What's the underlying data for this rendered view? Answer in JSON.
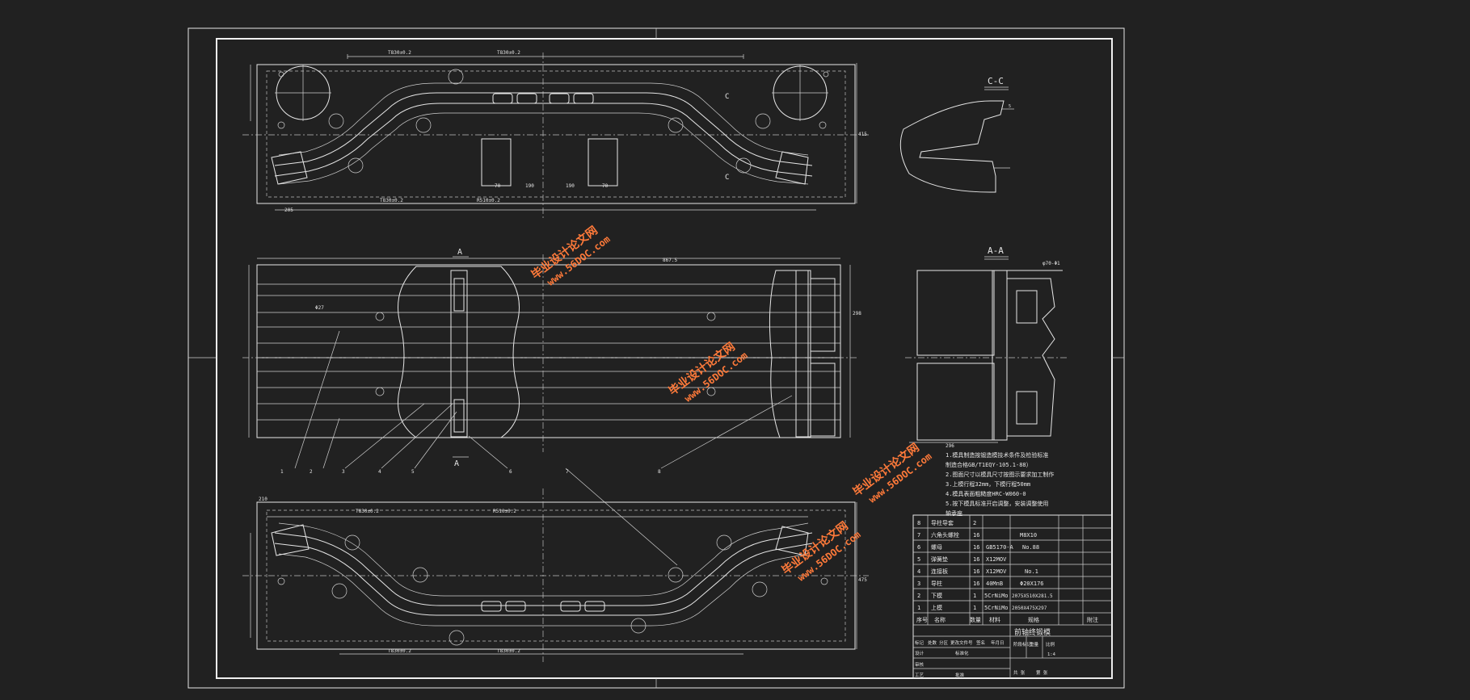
{
  "colors": {
    "background": "#212121",
    "lines": "#e6e6e6",
    "watermark": "#ff7a3a"
  },
  "section_labels": {
    "cc": "C-C",
    "aa": "A-A",
    "a": "A",
    "c": "C"
  },
  "leaders": [
    "1",
    "2",
    "3",
    "4",
    "5",
    "6",
    "7",
    "8"
  ],
  "notes": [
    "1.模具制造按锻造模技术条件及检验标准",
    "制造合格GB/T1EQY-105.1-88）",
    "2.图面尺寸以模具尺寸按图示要求加工制作",
    "3.上模行程32mm，下模行程50mm",
    "4.模具表面粗糙度HRC-W060-0",
    "5.按下模具标准开启调整，安装调整使用",
    "轴承座"
  ],
  "bom": {
    "rows": [
      {
        "no": "8",
        "name": "导柱导套",
        "qty": "2",
        "material": "",
        "spec": ""
      },
      {
        "no": "7",
        "name": "六角头螺栓",
        "qty": "16",
        "material": "",
        "spec": "M8X10"
      },
      {
        "no": "6",
        "name": "螺母",
        "qty": "16",
        "material": "GB5170-A",
        "spec": "No.88"
      },
      {
        "no": "5",
        "name": "弹簧垫",
        "qty": "16",
        "material": "X12MOV",
        "spec": ""
      },
      {
        "no": "4",
        "name": "连接板",
        "qty": "16",
        "material": "X12MOV",
        "spec": "No.1"
      },
      {
        "no": "3",
        "name": "导柱",
        "qty": "16",
        "material": "40MnB",
        "spec": "Φ20X176"
      },
      {
        "no": "2",
        "name": "下模",
        "qty": "1",
        "material": "5CrNiMo",
        "spec": "2075X510X281.5"
      },
      {
        "no": "1",
        "name": "上模",
        "qty": "1",
        "material": "5CrNiMo",
        "spec": "2050X475X297"
      }
    ],
    "header": {
      "no": "序号",
      "name": "名称",
      "qty": "数量",
      "material": "材料",
      "spec": "规格",
      "remark": "附注"
    },
    "title": "前轴终锻模",
    "title_block_cells": [
      "标记",
      "处数",
      "分区",
      "更改文件号",
      "签名",
      "年月日",
      "设计",
      "标准化",
      "审核",
      "工艺",
      "批准",
      "阶段标记",
      "重量",
      "比例",
      "共  张",
      "第  张",
      "1:4"
    ]
  },
  "watermarks": [
    {
      "line1": "毕业设计论文网",
      "line2": "www.56DOC.com"
    },
    {
      "line1": "毕业设计论文网",
      "line2": "www.56DOC.com"
    },
    {
      "line1": "毕业设计论文网",
      "line2": "www.56DOC.com"
    },
    {
      "line1": "毕业设计论文网",
      "line2": "www.56DOC.com"
    }
  ]
}
